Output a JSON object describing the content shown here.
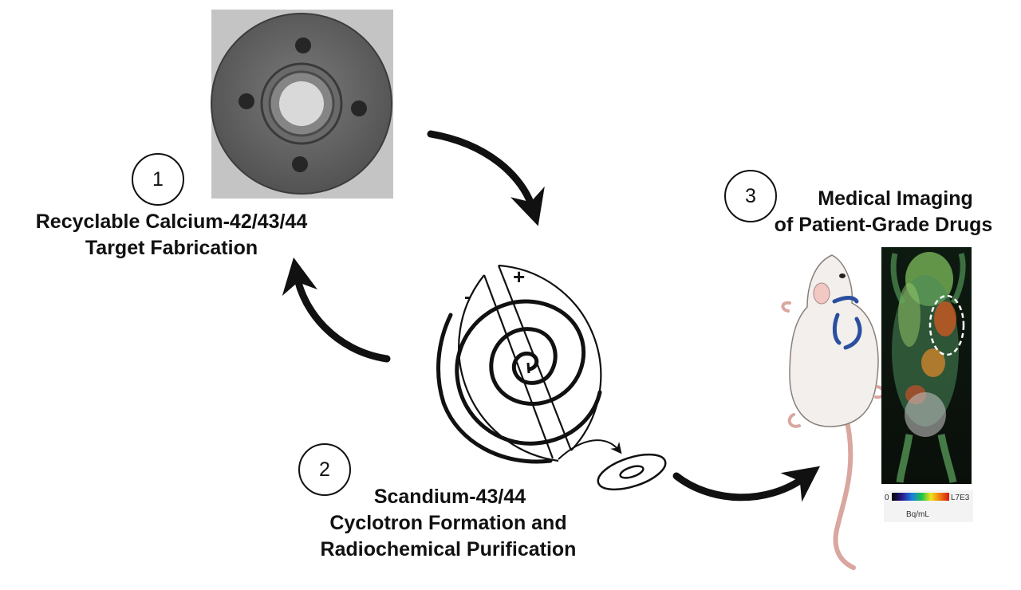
{
  "steps": [
    {
      "number": "1",
      "lines": [
        "Recyclable Calcium-42/43/44",
        "Target Fabrication"
      ]
    },
    {
      "number": "2",
      "lines": [
        "Scandium-43/44",
        "Cyclotron Formation and",
        "Radiochemical Purification"
      ]
    },
    {
      "number": "3",
      "lines": [
        "Medical Imaging",
        "of Patient-Grade Drugs"
      ]
    }
  ],
  "cyclotron": {
    "minus_label": "-",
    "plus_label": "+"
  },
  "colorbar": {
    "min_label": "0",
    "max_label": "L7E3",
    "unit_label": "Bq/mL"
  },
  "colors": {
    "ink": "#111111",
    "tumor_marker": "#2b4f9e",
    "target_metal": "#5d5d5d"
  }
}
